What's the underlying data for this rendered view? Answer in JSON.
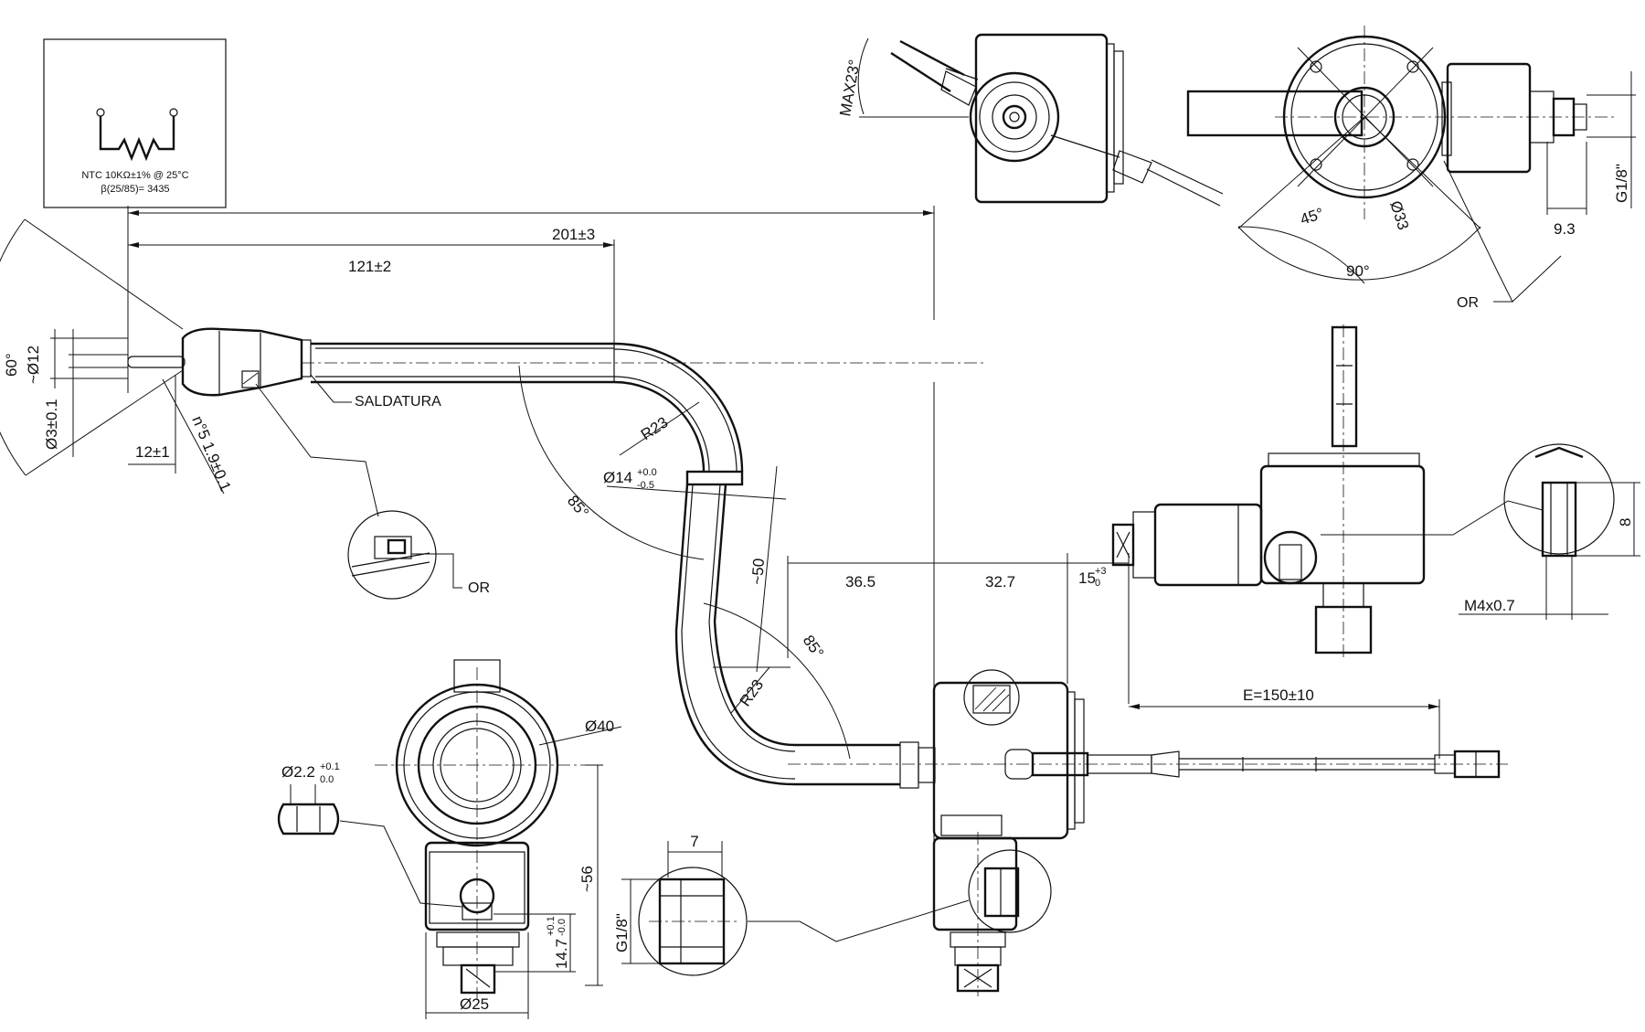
{
  "legend": {
    "line1": "NTC 10KΩ±1% @ 25°C",
    "line2": "β(25/85)= 3435"
  },
  "dimensions": {
    "overall_length": "201±3",
    "straight_length": "121±2",
    "tip_angle": "60°",
    "dia12": "~Ø12",
    "dia3": "Ø3±0.1",
    "tip_length": "12±1",
    "holes": "n°5 1.9±0.1",
    "r23_top": "R23",
    "r23_bottom": "R23",
    "angle85_top": "85°",
    "angle85_bottom": "85°",
    "dia14": "Ø14",
    "dia14_tol_up": "+0.0",
    "dia14_tol_dn": "-0.5",
    "approx50": "~50",
    "d36_5": "36.5",
    "d32_7": "32.7",
    "d15": "15",
    "d15_tol_up": "+3",
    "d15_tol_dn": "0",
    "cable_length": "E=150±10",
    "dia40": "Ø40",
    "dia2_2": "Ø2.2",
    "dia2_2_tol_up": "+0.1",
    "dia2_2_tol_dn": "0.0",
    "approx56": "~56",
    "d14_7": "14.7",
    "d14_7_tol_up": "+0.1",
    "d14_7_tol_dn": "-0.0",
    "dia25": "Ø25",
    "thread_g18_left": "G1/8\"",
    "d7": "7",
    "max23": "MAX23°",
    "dia33": "Ø33",
    "angle45": "45°",
    "angle90": "90°",
    "thread_g18_right": "G1/8\"",
    "d9_3": "9.3",
    "d8": "8",
    "m4": "M4x0.7"
  },
  "labels": {
    "saldatura": "SALDATURA",
    "or_left": "OR",
    "or_right": "OR"
  }
}
